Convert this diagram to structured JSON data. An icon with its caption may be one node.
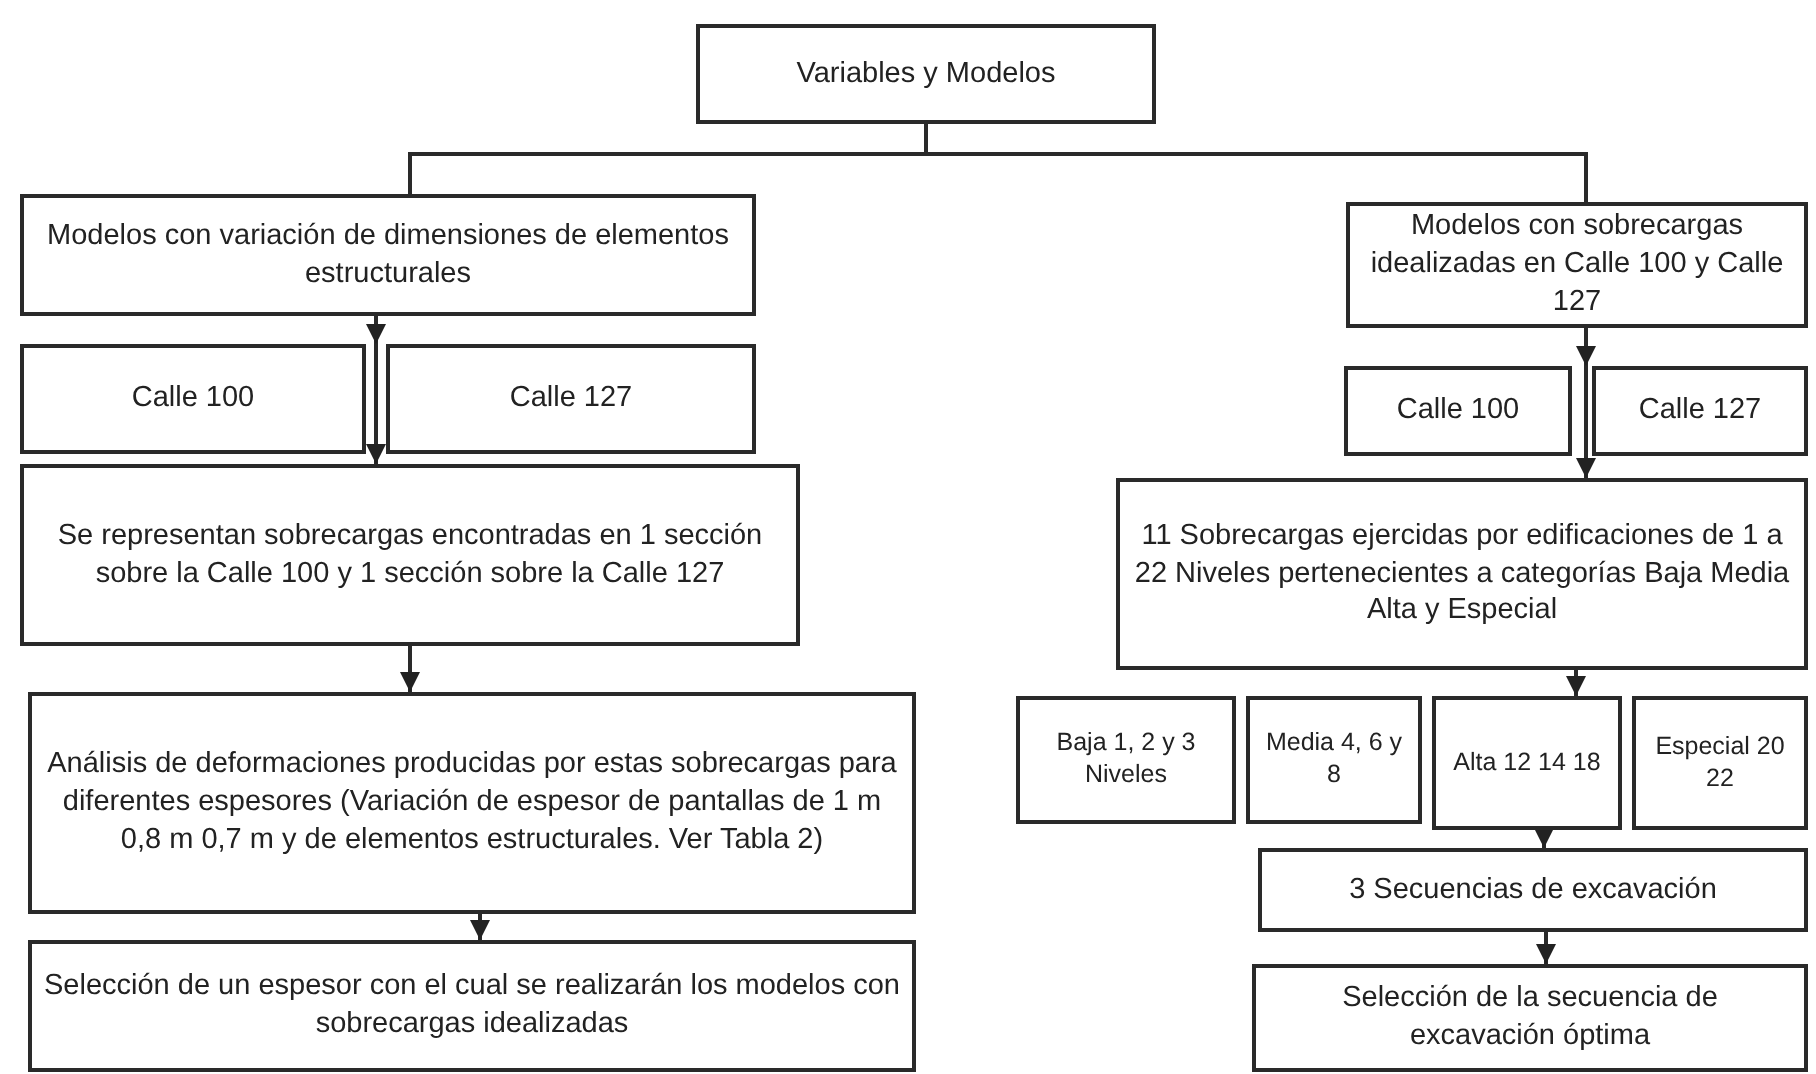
{
  "diagram": {
    "nodes": [
      {
        "text": [
          "Variables y Modelos"
        ]
      },
      {
        "text": [
          "Modelos con variación de dimensiones de elementos estructurales"
        ]
      },
      {
        "text": [
          "Calle 100"
        ]
      },
      {
        "text": [
          "Calle 127"
        ]
      },
      {
        "text": [
          "Se representan sobrecargas encontradas en 1 sección sobre la Calle 100 y 1 sección sobre la Calle 127"
        ]
      },
      {
        "text": [
          "Análisis de deformaciones producidas por estas sobrecargas para diferentes espesores (Variación de espesor de pantallas de 1 m 0,8 m 0,7 m y de elementos estructurales. Ver Tabla 2)"
        ]
      },
      {
        "text": [
          "Selección de un espesor con el cual se realizarán los modelos con sobrecargas idealizadas"
        ]
      },
      {
        "text": [
          "Modelos con sobrecargas idealizadas en Calle 100 y Calle 127"
        ]
      },
      {
        "text": [
          "Calle 100"
        ]
      },
      {
        "text": [
          "Calle 127"
        ]
      },
      {
        "text": [
          "11 Sobrecargas ejercidas por edificaciones de 1 a 22 Niveles pertenecientes a categorías Baja Media Alta y Especial"
        ]
      },
      {
        "text": [
          "Baja 1, 2 y 3 Niveles"
        ]
      },
      {
        "text": [
          "Media 4, 6 y 8"
        ]
      },
      {
        "text": [
          "Alta 12 14 18"
        ]
      },
      {
        "text": [
          "Especial 20 22"
        ]
      },
      {
        "text": [
          "3 Secuencias de excavación"
        ]
      },
      {
        "text": [
          "Selección de la secuencia de excavación óptima"
        ]
      }
    ],
    "edges": [
      {
        "from": 0,
        "to": 1,
        "arrow": "none"
      },
      {
        "from": 0,
        "to": 7,
        "arrow": "none"
      },
      {
        "from": 1,
        "to": 4,
        "arrow": "to"
      },
      {
        "from": 4,
        "to": 5,
        "arrow": "to"
      },
      {
        "from": 5,
        "to": 6,
        "arrow": "to"
      },
      {
        "from": 7,
        "to": 10,
        "arrow": "to"
      },
      {
        "from": 10,
        "to": 13,
        "arrow": "to"
      },
      {
        "from": 13,
        "to": 15,
        "arrow": "to"
      },
      {
        "from": 15,
        "to": 16,
        "arrow": "to"
      }
    ]
  }
}
